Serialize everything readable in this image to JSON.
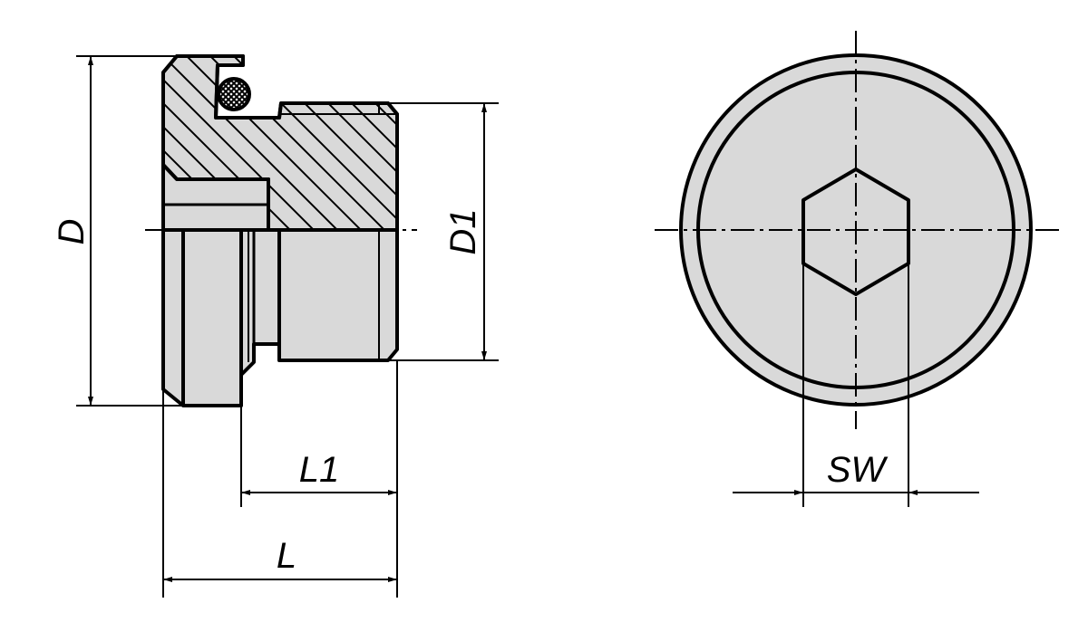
{
  "colors": {
    "part_fill": "#d9d9d9",
    "line": "#000000",
    "background": "#ffffff"
  },
  "labels": {
    "D": "D",
    "D1": "D1",
    "L1": "L1",
    "L": "L",
    "SW": "SW"
  }
}
